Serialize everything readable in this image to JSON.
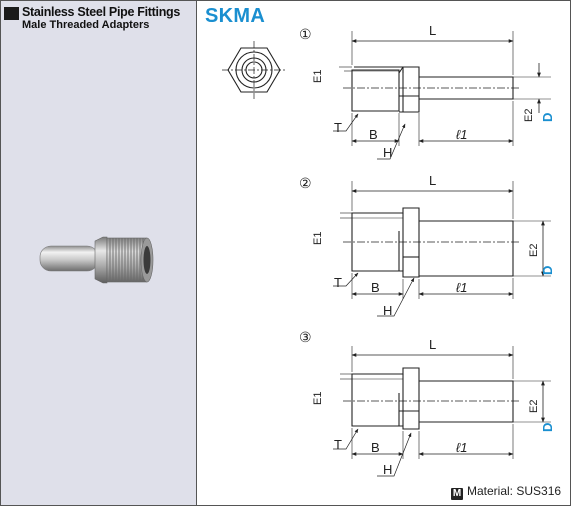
{
  "header": {
    "title_line1": "Stainless Steel Pipe Fittings",
    "title_line2": "Male Threaded Adapters",
    "product_code": "SKMA"
  },
  "views": [
    {
      "number": "①"
    },
    {
      "number": "②"
    },
    {
      "number": "③"
    }
  ],
  "dimension_labels": {
    "L": "L",
    "E1": "E1",
    "E2": "E2",
    "D": "D",
    "T": "T",
    "B": "B",
    "H": "H",
    "l1": "ℓ1"
  },
  "material": {
    "icon_letter": "M",
    "text": "Material: SUS316"
  },
  "colors": {
    "accent": "#1a8fd0",
    "sidebar_bg": "#dfe0ea",
    "line": "#222222"
  }
}
